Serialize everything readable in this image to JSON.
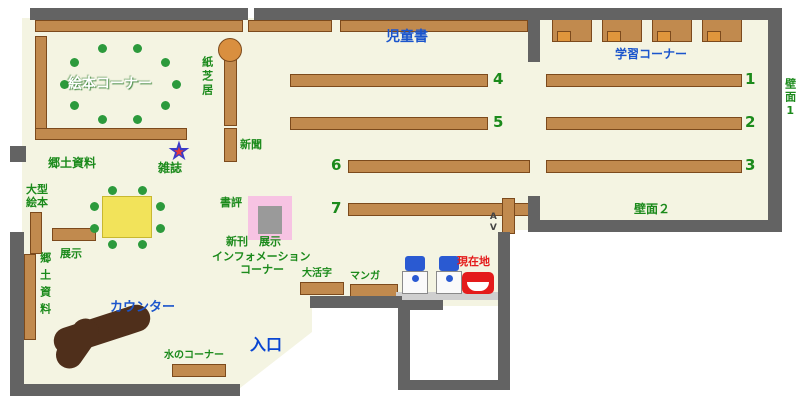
{
  "colors": {
    "floor": "#f4f4e2",
    "wall": "#636363",
    "shelf": "#c18a4e",
    "shelf-border": "#7c4a1c",
    "label-green": "#1b8a1b",
    "label-blue": "#1b55cc",
    "entrance-blue": "#0a46d2",
    "current-red": "#e41b1b",
    "counter-brown": "#4f2f1b",
    "table-yellow": "#f2e35a",
    "display-pink": "#f7c3e3",
    "display-gray": "#9a9a9a",
    "chair-orange": "#e0963c",
    "round-table-tan": "#d98f3f",
    "dot-green": "#2c9a3c",
    "star-blue": "#3a3ac8",
    "star-red": "#e43a3a",
    "machine-blue": "#2a5ad2"
  },
  "icons": {
    "star": "★"
  },
  "labels": {
    "ehon_corner": "絵本コーナー",
    "kamishibai": "紙芝居",
    "jidosho": "児童書",
    "gakushu_corner": "学習コーナー",
    "shinbun": "新聞",
    "zasshi": "雑誌",
    "kyodo_shiryo": "郷土資料",
    "ogata_line1": "大型",
    "ogata_line2": "絵本",
    "tenji": "展示",
    "kyodo_shiryo_vert": "郷土資料",
    "shohyo": "書評",
    "shinkan_tenji": "新刊　展示",
    "info_line1": "インフォメーション",
    "info_line2": "コーナー",
    "daikatsuji": "大活字",
    "manga": "マンガ",
    "genzaichi": "現在地",
    "av": "AV",
    "counter": "カウンター",
    "mizu_corner": "水のコーナー",
    "iriguchi": "入口",
    "hekimen1": "壁面1",
    "hekimen2": "壁面２",
    "shelf_numbers": [
      "1",
      "2",
      "3",
      "4",
      "5",
      "6",
      "7"
    ]
  }
}
